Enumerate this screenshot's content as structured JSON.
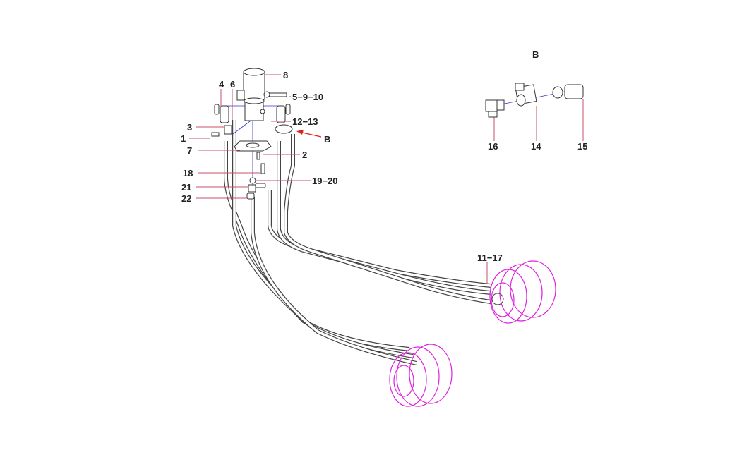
{
  "diagram": {
    "detail_title": "B",
    "labels": {
      "l8": "8",
      "l5_9_10": "5−9−10",
      "l4": "4",
      "l6": "6",
      "l12_13": "12−13",
      "l3": "3",
      "l1": "1",
      "lB": "B",
      "l7": "7",
      "l2": "2",
      "l18": "18",
      "l19_20": "19−20",
      "l21": "21",
      "l22": "22",
      "l11_17": "11−17",
      "l16": "16",
      "l14": "14",
      "l15": "15"
    },
    "colors": {
      "leader": "#c8506a",
      "motor": "#e020e0",
      "arrow": "#e02020"
    }
  }
}
